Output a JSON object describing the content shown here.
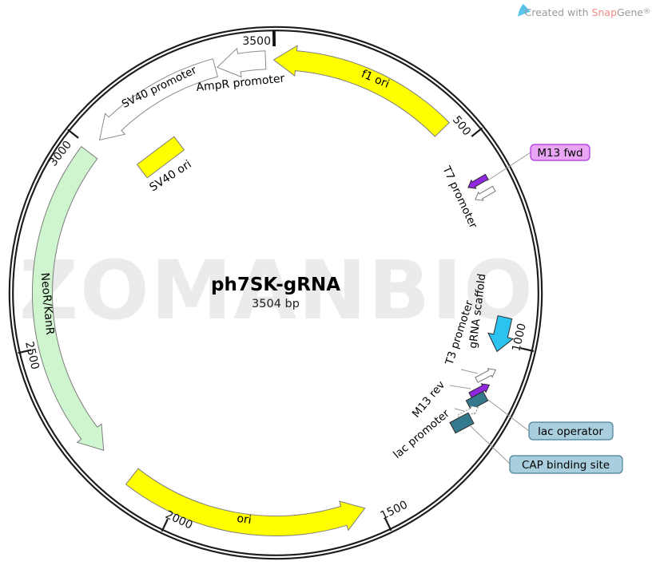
{
  "watermark": "ZOMANBIO",
  "credit": {
    "created_with": "Created with ",
    "snap": "Snap",
    "gene": "Gene",
    "registered": "®"
  },
  "plasmid": {
    "name": "ph7SK-gRNA",
    "size": "3504 bp"
  },
  "ticks": [
    "3500",
    "500",
    "1000",
    "1500",
    "2000",
    "2500",
    "3000"
  ],
  "features": {
    "f1_ori": "f1 ori",
    "ampr_promoter": "AmpR promoter",
    "sv40_promoter": "SV40 promoter",
    "sv40_ori": "SV40 ori",
    "neor_kanr": "NeoR/KanR",
    "ori": "ori",
    "t7_promoter": "T7 promoter",
    "grna_scaffold": "gRNA scaffold",
    "t3_promoter": "T3 promoter",
    "m13_rev": "M13 rev",
    "lac_promoter": "lac promoter"
  },
  "callouts": {
    "m13_fwd": "M13 fwd",
    "lac_operator": "lac operator",
    "cap_binding_site": "CAP binding site"
  },
  "colors": {
    "yellow": "#FFFF00",
    "pale_green": "#CFF5CE",
    "cyan": "#2CC3F0",
    "purple": "#9128DF",
    "teal": "#35798E",
    "white": "#FFFFFF",
    "callout_purple_bg": "#E9A6F4",
    "callout_purple_border": "#A935DA",
    "callout_blue_bg": "#A9CEDD",
    "callout_blue_border": "#4A8096",
    "logo_cyan": "#58C4E9",
    "snap_red": "#EF8E85"
  }
}
